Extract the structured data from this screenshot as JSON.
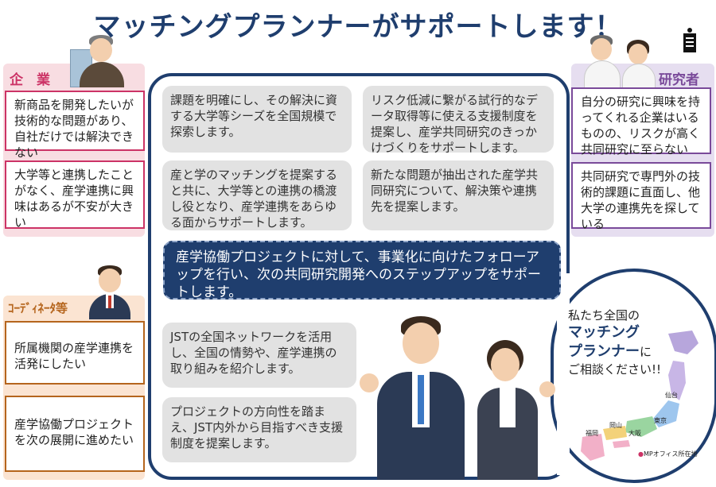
{
  "title": "マッチングプランナーがサポートします！",
  "left": {
    "company_label": "企　業",
    "company_items": [
      "新商品を開発したいが技術的な問題があり、自社だけでは解決できない",
      "大学等と連携したことがなく、産学連携に興味はあるが不安が大きい"
    ],
    "coordinator_label": "ｺｰﾃﾞｨﾈｰﾀ等",
    "coordinator_items": [
      "所属機関の産学連携を活発にしたい",
      "産学協働プロジェクトを次の展開に進めたい"
    ]
  },
  "right": {
    "researcher_label": "研究者",
    "researcher_items": [
      "自分の研究に興味を持ってくれる企業はいるものの、リスクが高く共同研究に至らない",
      "共同研究で専門外の技術的課題に直面し、他大学の連携先を探している"
    ]
  },
  "center": {
    "box1": "課題を明確にし、その解決に資する大学等シーズを全国規模で探索します。",
    "box2": "リスク低減に繋がる試行的なデータ取得等に使える支援制度を提案し、産学共同研究のきっかけづくりをサポートします。",
    "box3": "産と学のマッチングを提案すると共に、大学等との連携の橋渡し役となり、産学連携をあらゆる面からサポートします。",
    "box4": "新たな問題が抽出された産学共同研究について、解決策や連携先を提案します。",
    "banner": "産学協働プロジェクトに対して、事業化に向けたフォローアップを行い、次の共同研究開発へのステップアップをサポートします。",
    "box5": "JSTの全国ネットワークを活用し、全国の情勢や、産学連携の取り組みを紹介します。",
    "box6": "プロジェクトの方向性を踏まえ、JST内外から目指すべき支援制度を提案します。"
  },
  "circle": {
    "line1": "私たち全国の",
    "line2": "マッチング",
    "line3a": "プランナー",
    "line3b": "に",
    "line4": "ご相談ください!!",
    "cities": [
      "仙台",
      "東京",
      "大阪",
      "岡山",
      "福岡"
    ],
    "legend": "MPオフィス所在地"
  },
  "colors": {
    "navy": "#1f3e6e",
    "pink": "#cc3366",
    "purple": "#7a4a9a",
    "orange": "#b5651d"
  }
}
